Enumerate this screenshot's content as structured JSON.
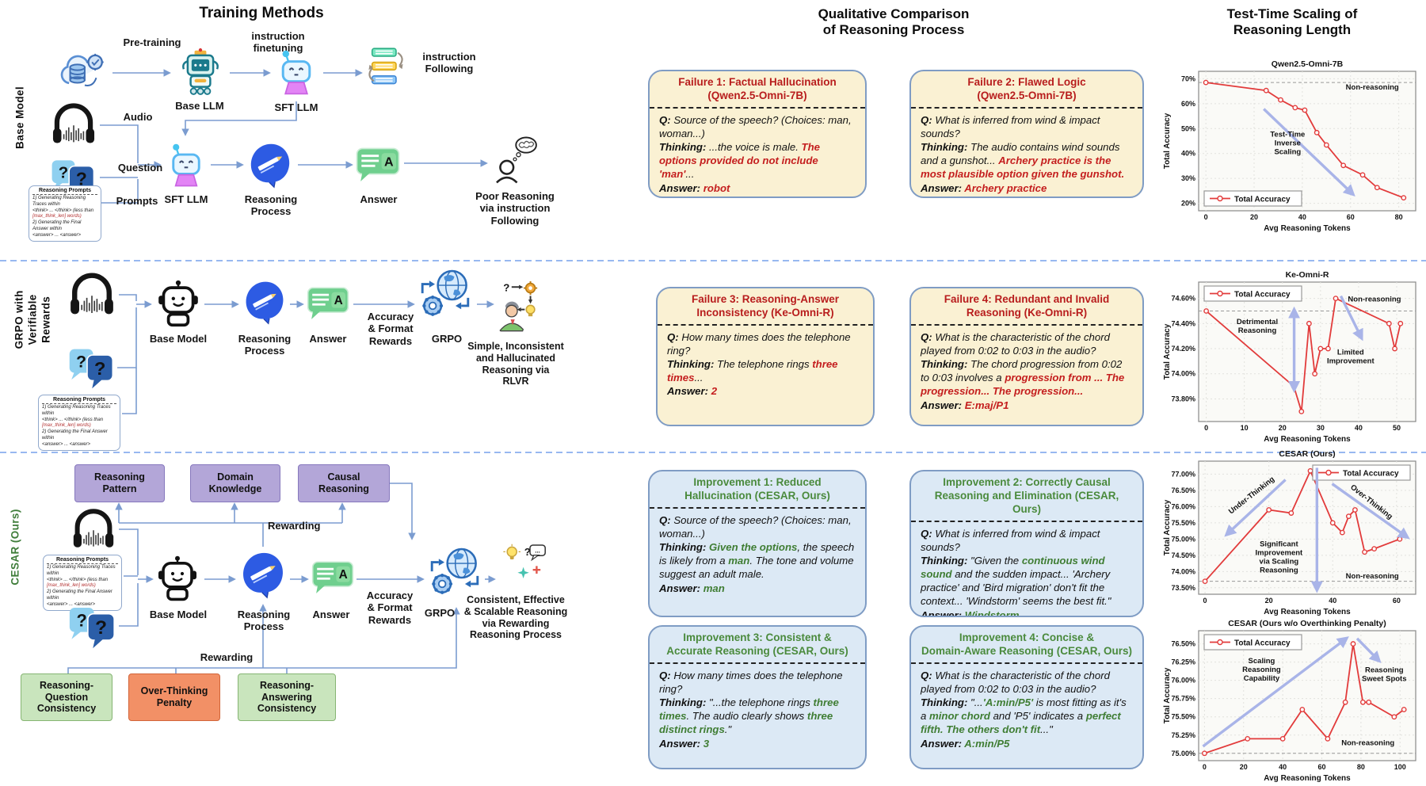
{
  "titles": {
    "training": "Training Methods",
    "qualitative": "Qualitative Comparison\nof Reasoning Process",
    "scaling": "Test-Time Scaling of\nReasoning Length"
  },
  "row_labels": {
    "row1": "Base Model",
    "row2": "GRPO with\nVerifiable\nRewards",
    "row3": "CESAR (Ours)"
  },
  "diagram1": {
    "pretraining": "Pre-training",
    "base_llm": "Base LLM",
    "instruction_finetuning": "instruction\nfinetuning",
    "sft_llm": "SFT LLM",
    "instruction_following": "instruction\nFollowing",
    "audio": "Audio",
    "question": "Question",
    "prompts": "Prompts",
    "sft_llm2": "SFT LLM",
    "reasoning_process": "Reasoning\nProcess",
    "answer": "Answer",
    "outcome": "Poor Reasoning\nvia  instruction\nFollowing"
  },
  "diagram2": {
    "base_model": "Base Model",
    "reasoning_process": "Reasoning\nProcess",
    "answer": "Answer",
    "rewards": "Accuracy\n& Format\nRewards",
    "grpo": "GRPO",
    "outcome": "Simple, Inconsistent\nand Hallucinated\nReasoning via\nRLVR"
  },
  "diagram3": {
    "box1": "Reasoning\nPattern",
    "box2": "Domain\nKnowledge",
    "box3": "Causal\nReasoning",
    "rewarding_top": "Rewarding",
    "rewarding_bottom": "Rewarding",
    "base_model": "Base Model",
    "reasoning_process": "Reasoning\nProcess",
    "answer": "Answer",
    "rewards": "Accuracy\n& Format\nRewards",
    "grpo": "GRPO",
    "consistency1": "Reasoning-\nQuestion\nConsistency",
    "penalty": "Over-Thinking\nPenalty",
    "consistency2": "Reasoning-\nAnswering\nConsistency",
    "outcome": "Consistent, Effective\n& Scalable Reasoning\nvia Rewarding\nReasoning Process"
  },
  "prompt_box": {
    "title": "Reasoning Prompts",
    "lines": [
      "1) Generating Reasoning Traces within",
      "<think> ... </think> (less than",
      "[max_think_len] words)",
      "2) Generating the Final Answer within",
      "<answer> ... <answer>"
    ],
    "red_line_index": 2
  },
  "qual_boxes": [
    {
      "variant": "failure",
      "title": "Failure 1:  Factual Hallucination\n(Qwen2.5-Omni-7B)",
      "segments": [
        {
          "t": "Q:",
          "s": "b"
        },
        {
          "t": " Source of the speech? (Choices: man, woman...)\n",
          "s": "p"
        },
        {
          "t": "Thinking:",
          "s": "b"
        },
        {
          "t": " ...the voice is male. ",
          "s": "p"
        },
        {
          "t": "The options provided do not include 'man'",
          "s": "r"
        },
        {
          "t": "...\n",
          "s": "p"
        },
        {
          "t": "Answer: ",
          "s": "b"
        },
        {
          "t": "robot",
          "s": "r"
        }
      ]
    },
    {
      "variant": "failure",
      "title": "Failure 2:  Flawed Logic\n(Qwen2.5-Omni-7B)",
      "segments": [
        {
          "t": "Q:",
          "s": "b"
        },
        {
          "t": " What is inferred from wind & impact sounds?\n",
          "s": "p"
        },
        {
          "t": "Thinking:",
          "s": "b"
        },
        {
          "t": " The audio contains wind sounds and a gunshot... ",
          "s": "p"
        },
        {
          "t": "Archery practice is the most plausible option given the gunshot.",
          "s": "r"
        },
        {
          "t": "\n",
          "s": "p"
        },
        {
          "t": "Answer: ",
          "s": "b"
        },
        {
          "t": "Archery practice",
          "s": "r"
        }
      ]
    },
    {
      "variant": "failure",
      "title": "Failure 3:  Reasoning-Answer\nInconsistency (Ke-Omni-R)",
      "segments": [
        {
          "t": "Q:",
          "s": "b"
        },
        {
          "t": " How many times does the telephone ring?\n",
          "s": "p"
        },
        {
          "t": "Thinking:",
          "s": "b"
        },
        {
          "t": " The telephone rings ",
          "s": "p"
        },
        {
          "t": "three times",
          "s": "r"
        },
        {
          "t": "...\n",
          "s": "p"
        },
        {
          "t": "Answer: ",
          "s": "b"
        },
        {
          "t": "2",
          "s": "r"
        }
      ]
    },
    {
      "variant": "failure",
      "title": "Failure 4:  Redundant and Invalid\nReasoning (Ke-Omni-R)",
      "segments": [
        {
          "t": "Q:",
          "s": "b"
        },
        {
          "t": "  What is the characteristic of the chord played from 0:02 to 0:03 in the audio?\n",
          "s": "p"
        },
        {
          "t": "Thinking:",
          "s": "b"
        },
        {
          "t": " The chord progression from 0:02 to 0:03 involves a ",
          "s": "p"
        },
        {
          "t": "progression from ... The progression... The progression...",
          "s": "r"
        },
        {
          "t": "\n",
          "s": "p"
        },
        {
          "t": "Answer:  ",
          "s": "b"
        },
        {
          "t": "E:maj/P1",
          "s": "r"
        }
      ]
    },
    {
      "variant": "improvement",
      "title": "Improvement 1:  Reduced\nHallucination (CESAR, Ours)",
      "segments": [
        {
          "t": "Q:",
          "s": "b"
        },
        {
          "t": " Source of the speech? (Choices: man, woman...)\n",
          "s": "p"
        },
        {
          "t": "Thinking:",
          "s": "b"
        },
        {
          "t": " ",
          "s": "p"
        },
        {
          "t": "Given the options",
          "s": "g"
        },
        {
          "t": ", the speech is likely from a ",
          "s": "p"
        },
        {
          "t": "man",
          "s": "g"
        },
        {
          "t": ". The tone and volume suggest an adult male.\n",
          "s": "p"
        },
        {
          "t": "Answer: ",
          "s": "b"
        },
        {
          "t": "man",
          "s": "g"
        }
      ]
    },
    {
      "variant": "improvement",
      "title": "Improvement 2:  Correctly Causal\nReasoning and Elimination  (CESAR, Ours)",
      "segments": [
        {
          "t": "Q:",
          "s": "b"
        },
        {
          "t": " What is inferred from wind & impact sounds?\n",
          "s": "p"
        },
        {
          "t": "Thinking:",
          "s": "b"
        },
        {
          "t": " \"Given the ",
          "s": "p"
        },
        {
          "t": "continuous wind sound",
          "s": "g"
        },
        {
          "t": " and the sudden impact... 'Archery practice' and 'Bird migration' don't fit the context... 'Windstorm' seems the best fit.\"\n",
          "s": "p"
        },
        {
          "t": "Answer: ",
          "s": "b"
        },
        {
          "t": "Windstorm",
          "s": "g"
        }
      ]
    },
    {
      "variant": "improvement",
      "title": "Improvement 3:  Consistent &\nAccurate Reasoning (CESAR, Ours)",
      "segments": [
        {
          "t": "Q:",
          "s": "b"
        },
        {
          "t": " How many times does the telephone ring?\n",
          "s": "p"
        },
        {
          "t": "Thinking:",
          "s": "b"
        },
        {
          "t": " \"...the telephone rings ",
          "s": "p"
        },
        {
          "t": "three times",
          "s": "g"
        },
        {
          "t": ". The audio clearly shows ",
          "s": "p"
        },
        {
          "t": "three distinct rings",
          "s": "g"
        },
        {
          "t": ".\"\n",
          "s": "p"
        },
        {
          "t": "Answer: ",
          "s": "b"
        },
        {
          "t": "3",
          "s": "g"
        }
      ]
    },
    {
      "variant": "improvement",
      "title": "Improvement 4:  Concise &\nDomain-Aware Reasoning (CESAR, Ours)",
      "segments": [
        {
          "t": "Q:",
          "s": "b"
        },
        {
          "t": " What is the characteristic of the chord played from 0:02 to 0:03 in the audio?\n",
          "s": "p"
        },
        {
          "t": "Thinking:",
          "s": "b"
        },
        {
          "t": " \"...",
          "s": "p"
        },
        {
          "t": "'A:min/P5'",
          "s": "g"
        },
        {
          "t": " is most fitting as it's a ",
          "s": "p"
        },
        {
          "t": "minor chord",
          "s": "g"
        },
        {
          "t": " and 'P5' indicates a ",
          "s": "p"
        },
        {
          "t": "perfect fifth. The others don't fit",
          "s": "g"
        },
        {
          "t": "...\"\n",
          "s": "p"
        },
        {
          "t": "Answer: ",
          "s": "b"
        },
        {
          "t": "A:min/P5",
          "s": "g"
        }
      ]
    }
  ],
  "chart_data": [
    {
      "id": "c1",
      "type": "line",
      "title": "Qwen2.5-Omni-7B",
      "xlabel": "Avg Reasoning Tokens",
      "ylabel": "Total Accuracy",
      "legend_label": "Total Accuracy",
      "legend_pos": "bl",
      "yfmt": "int",
      "xlim": [
        -3,
        87
      ],
      "ylim": [
        17,
        73
      ],
      "xticks": [
        0,
        20,
        40,
        60,
        80
      ],
      "yticks": [
        20,
        30,
        40,
        50,
        60,
        70
      ],
      "baseline": 68.5,
      "points": [
        [
          0,
          68.5
        ],
        [
          25,
          65.3
        ],
        [
          31,
          61.5
        ],
        [
          37,
          58.4
        ],
        [
          41,
          57.4
        ],
        [
          46,
          48.4
        ],
        [
          50,
          43.4
        ],
        [
          57,
          35.2
        ],
        [
          65,
          31.4
        ],
        [
          71,
          26.3
        ],
        [
          82,
          22.2
        ]
      ],
      "notes": [
        {
          "t": "Non-reasoning",
          "fx": 0.8,
          "fy": 0.13
        },
        {
          "t": "Test-Time\nInverse\nScaling",
          "fx": 0.41,
          "fy": 0.47
        }
      ],
      "arrows": [
        {
          "x1": 0.3,
          "y1": 0.27,
          "x2": 0.71,
          "y2": 0.88
        }
      ]
    },
    {
      "id": "c2",
      "type": "line",
      "title": "Ke-Omni-R",
      "xlabel": "Avg Reasoning Tokens",
      "ylabel": "Total Accuracy",
      "legend_label": "Total Accuracy",
      "legend_pos": "tl",
      "yfmt": "2dp",
      "xlim": [
        -2,
        55
      ],
      "ylim": [
        73.62,
        74.73
      ],
      "xticks": [
        0,
        10,
        20,
        30,
        40,
        50
      ],
      "yticks": [
        73.8,
        74.0,
        74.2,
        74.4,
        74.6
      ],
      "baseline": 74.5,
      "points": [
        [
          0,
          74.5
        ],
        [
          23,
          73.9
        ],
        [
          25,
          73.7
        ],
        [
          27,
          74.4
        ],
        [
          28.5,
          74.0
        ],
        [
          30,
          74.2
        ],
        [
          32,
          74.2
        ],
        [
          34,
          74.6
        ],
        [
          48,
          74.4
        ],
        [
          49.5,
          74.2
        ],
        [
          51,
          74.4
        ]
      ],
      "notes": [
        {
          "t": "Detrimental\nReasoning",
          "fx": 0.27,
          "fy": 0.3
        },
        {
          "t": "Limited\nImprovement",
          "fx": 0.7,
          "fy": 0.52
        },
        {
          "t": "Non-reasoning",
          "fx": 0.81,
          "fy": 0.14
        }
      ],
      "arrows": [
        {
          "x1": 0.44,
          "y1": 0.2,
          "x2": 0.44,
          "y2": 0.77,
          "two": true
        },
        {
          "x1": 0.655,
          "y1": 0.1,
          "x2": 0.75,
          "y2": 0.4
        }
      ]
    },
    {
      "id": "c3",
      "type": "line",
      "title": "CESAR (Ours)",
      "xlabel": "Avg Reasoning Tokens",
      "ylabel": "Total Accuracy",
      "legend_label": "Total Accuracy",
      "legend_pos": "tr",
      "yfmt": "2dp",
      "xlim": [
        -2,
        66
      ],
      "ylim": [
        73.3,
        77.4
      ],
      "xticks": [
        0,
        20,
        40,
        60
      ],
      "yticks": [
        73.5,
        74.0,
        74.5,
        75.0,
        75.5,
        76.0,
        76.5,
        77.0
      ],
      "baseline": 73.7,
      "points": [
        [
          0,
          73.7
        ],
        [
          20,
          75.9
        ],
        [
          27,
          75.8
        ],
        [
          33,
          77.1
        ],
        [
          40,
          75.5
        ],
        [
          43,
          75.2
        ],
        [
          45,
          75.7
        ],
        [
          47,
          75.9
        ],
        [
          50,
          74.6
        ],
        [
          53,
          74.7
        ],
        [
          61,
          75.0
        ]
      ],
      "notes": [
        {
          "t": "Under-Thinking",
          "fx": 0.25,
          "fy": 0.27,
          "rot": -38
        },
        {
          "t": "Over-Thinking",
          "fx": 0.79,
          "fy": 0.32,
          "rot": 38
        },
        {
          "t": "Significant\nImprovement\nvia Scaling\nReasoning",
          "fx": 0.37,
          "fy": 0.64
        },
        {
          "t": "Non-reasoning",
          "fx": 0.8,
          "fy": 0.88
        }
      ],
      "arrows": [
        {
          "x1": 0.4,
          "y1": 0.14,
          "x2": 0.13,
          "y2": 0.55
        },
        {
          "x1": 0.615,
          "y1": 0.17,
          "x2": 0.96,
          "y2": 0.57
        },
        {
          "x1": 0.545,
          "y1": 0.05,
          "x2": 0.545,
          "y2": 0.965
        }
      ]
    },
    {
      "id": "c4",
      "type": "line",
      "title": "CESAR (Ours w/o Overthinking Penalty)",
      "xlabel": "Avg Reasoning Tokens",
      "ylabel": "Total Accuracy",
      "legend_label": "Total Accuracy",
      "legend_pos": "tl",
      "yfmt": "2dp",
      "xlim": [
        -3,
        108
      ],
      "ylim": [
        74.9,
        76.68
      ],
      "xticks": [
        0,
        20,
        40,
        60,
        80,
        100
      ],
      "yticks": [
        75.0,
        75.25,
        75.5,
        75.75,
        76.0,
        76.25,
        76.5
      ],
      "baseline": 75.0,
      "points": [
        [
          0,
          75.0
        ],
        [
          22,
          75.2
        ],
        [
          40,
          75.2
        ],
        [
          50,
          75.6
        ],
        [
          63,
          75.2
        ],
        [
          72,
          75.7
        ],
        [
          76,
          76.5
        ],
        [
          81,
          75.7
        ],
        [
          84,
          75.7
        ],
        [
          97,
          75.5
        ],
        [
          102,
          75.6
        ]
      ],
      "notes": [
        {
          "t": "Scaling\nReasoning\nCapability",
          "fx": 0.29,
          "fy": 0.25
        },
        {
          "t": "Reasoning\nSweet Spots",
          "fx": 0.855,
          "fy": 0.32
        },
        {
          "t": "Non-reasoning",
          "fx": 0.78,
          "fy": 0.88
        }
      ],
      "arrows": [
        {
          "x1": 0.02,
          "y1": 0.89,
          "x2": 0.68,
          "y2": 0.06
        },
        {
          "x1": 0.73,
          "y1": 0.06,
          "x2": 0.83,
          "y2": 0.23
        }
      ]
    }
  ]
}
